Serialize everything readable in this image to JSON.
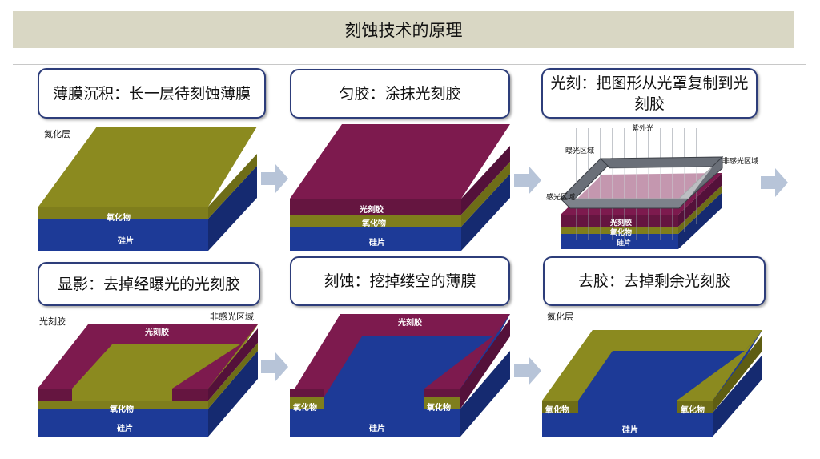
{
  "title": "刻蚀技术的原理",
  "colors": {
    "oxide_top": "#8b8a1f",
    "oxide_side": "#6e6d17",
    "silicon_front": "#1d3a97",
    "silicon_side": "#152a70",
    "resist_top": "#7d1a4e",
    "resist_front": "#651540",
    "box_border": "#2d3d7a",
    "arrow": "#b7c4d8",
    "title_bg": "#d9d7c4"
  },
  "steps": [
    {
      "caption": "薄膜沉积：长一层待刻蚀薄膜",
      "labels": {
        "oxide_layer": "氮化层",
        "oxide": "氧化物",
        "silicon": "硅片"
      }
    },
    {
      "caption": "匀胶：涂抹光刻胶",
      "labels": {
        "resist": "光刻胶",
        "oxide": "氧化物",
        "silicon": "硅片"
      }
    },
    {
      "caption": "光刻：把图形从光罩复制到光刻胶",
      "labels": {
        "uv": "紫外光",
        "exposed": "曝光区域",
        "unexposed": "非感光区域",
        "photosensitive": "感光区域",
        "resist": "光刻胶",
        "oxide": "氧化物",
        "silicon": "硅片"
      }
    },
    {
      "caption": "显影：去掉经曝光的光刻胶",
      "labels": {
        "resist_left": "光刻胶",
        "resist": "光刻胶",
        "unexposed": "非感光区域",
        "oxide": "氧化物",
        "silicon": "硅片"
      }
    },
    {
      "caption": "刻蚀：挖掉缕空的薄膜",
      "labels": {
        "resist": "光刻胶",
        "oxide_left": "氧化物",
        "oxide_right": "氧化物",
        "silicon": "硅片"
      }
    },
    {
      "caption": "去胶：去掉剩余光刻胶",
      "labels": {
        "oxide_layer": "氮化层",
        "oxide_left": "氧化物",
        "oxide_right": "氧化物",
        "silicon": "硅片"
      }
    }
  ]
}
